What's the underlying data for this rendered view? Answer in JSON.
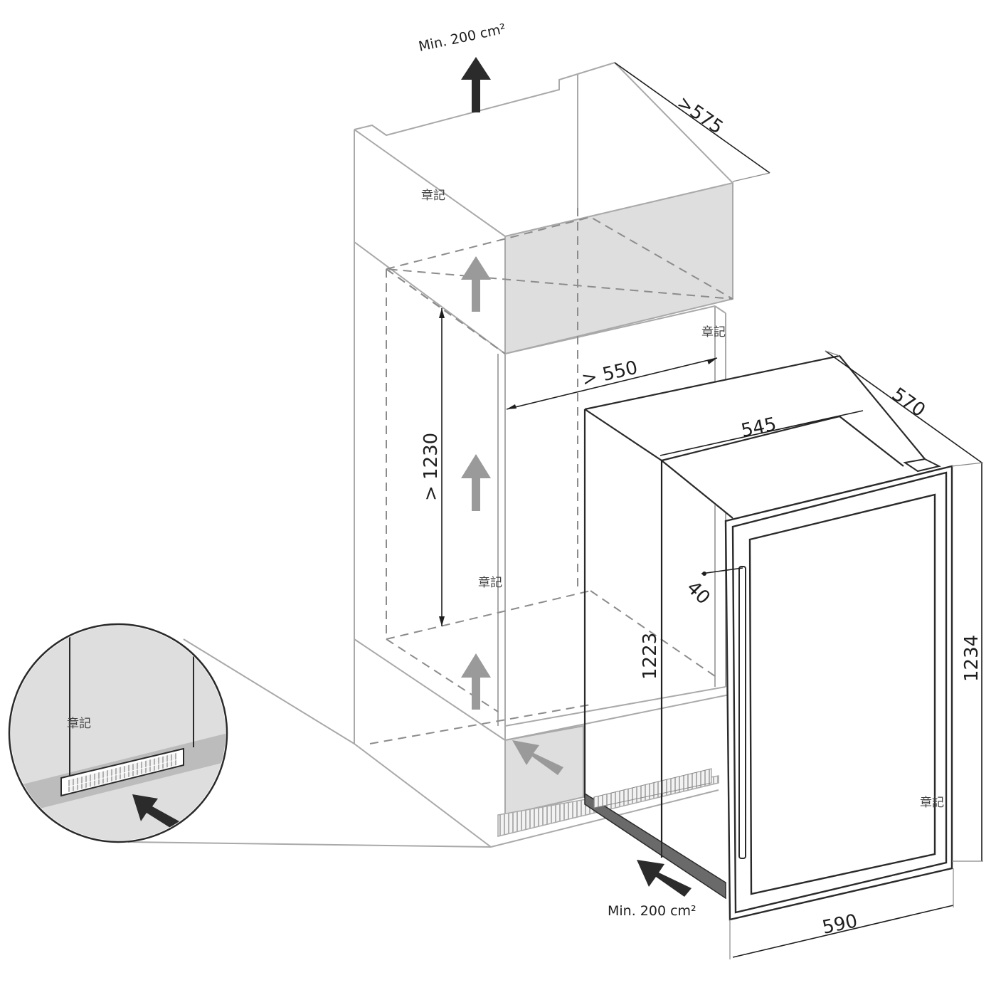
{
  "labels": {
    "vent_top": "Min. 200 cm²",
    "vent_bottom": "Min. 200 cm²",
    "dim_depth_top": ">575",
    "dim_niche_width": "> 550",
    "dim_niche_height": "> 1230",
    "dim_appliance_depth": "570",
    "dim_body_width": "545",
    "dim_door_gap": "40",
    "dim_body_height": "1223",
    "dim_total_height": "1234",
    "dim_door_width": "590"
  },
  "stamps": [
    "章記",
    "章記",
    "章記",
    "章記",
    "章記"
  ],
  "colors": {
    "cabinet_line": "#a9a9a9",
    "arrow_dark": "#2b2b2b",
    "arrow_light": "#9a9a9a",
    "panel_fill": "#dedede",
    "appliance_line": "#2a2a2a"
  }
}
